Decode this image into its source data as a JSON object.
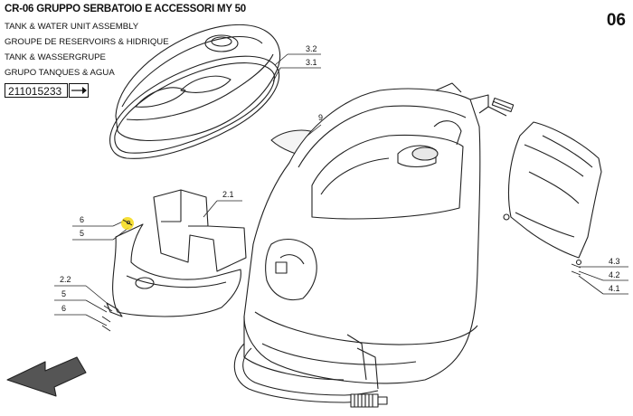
{
  "header": {
    "title": "CR-06 GRUPPO SERBATOIO E ACCESSORI MY 50",
    "subtitles": [
      "TANK & WATER UNIT ASSEMBLY",
      "GROUPE DE RESERVOIRS & HIDRIQUE",
      "TANK & WASSERGRUPE",
      "GRUPO TANQUES & AGUA"
    ],
    "page_number": "06",
    "part_code": "211015233"
  },
  "callouts": {
    "c32": "3.2",
    "c31": "3.1",
    "c9": "9",
    "c21": "2.1",
    "c6a": "6",
    "c5a": "5",
    "c22": "2.2",
    "c5b": "5",
    "c6b": "6",
    "c43": "4.3",
    "c42": "4.2",
    "c41": "4.1"
  },
  "highlight_color": "#f5d915"
}
